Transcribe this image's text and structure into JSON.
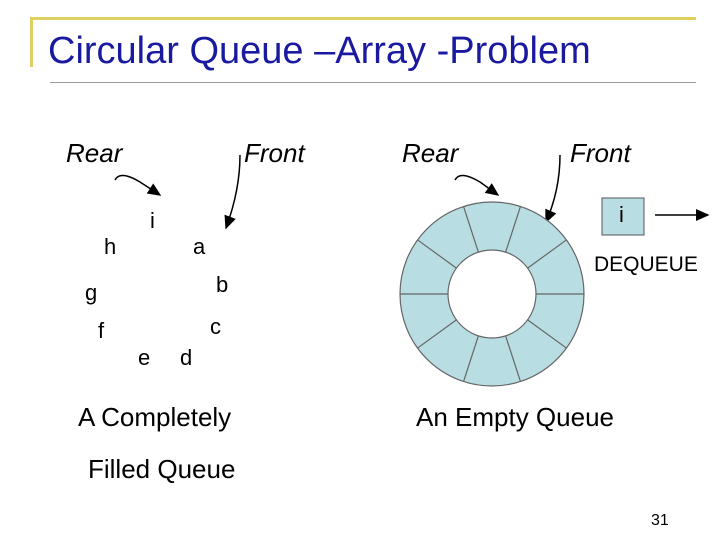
{
  "title": "Circular Queue –Array -Problem",
  "left": {
    "rear_label": "Rear",
    "front_label": "Front",
    "elements": [
      "i",
      "a",
      "b",
      "c",
      "d",
      "e",
      "f",
      "g",
      "h"
    ],
    "caption_line1": "A Completely",
    "caption_line2": "Filled Queue"
  },
  "right": {
    "rear_label": "Rear",
    "front_label": "Front",
    "dequeued_element": "i",
    "operation_label": "DEQUEUE",
    "caption": "An Empty Queue"
  },
  "page_number": "31",
  "colors": {
    "title": "#1a1aa0",
    "ring_fill": "#b8dde3",
    "accent_bar": "#e0d060"
  }
}
